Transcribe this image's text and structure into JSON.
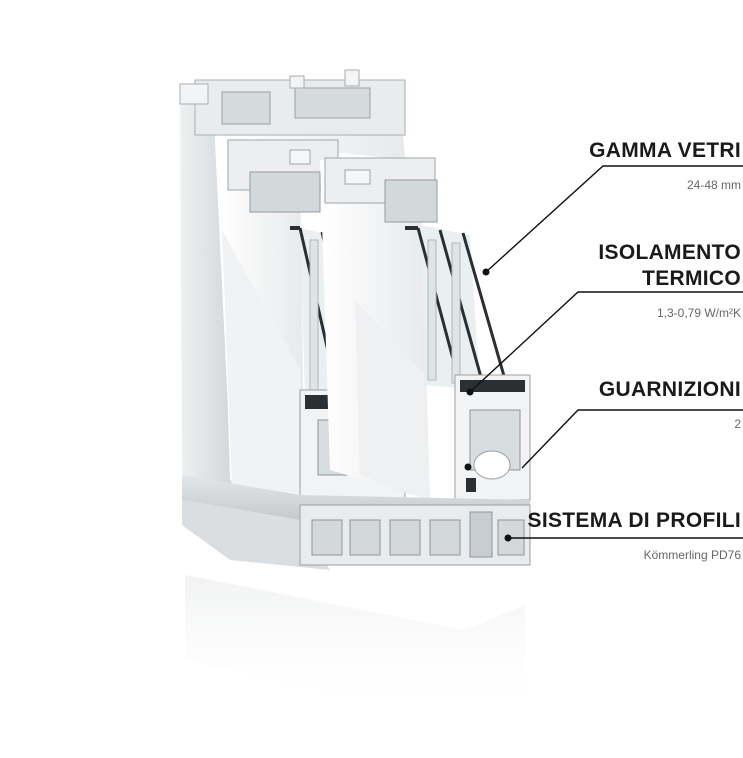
{
  "features": [
    {
      "title": "GAMMA VETRI",
      "value": "24-48 mm"
    },
    {
      "title": "ISOLAMENTO\nTERMICO",
      "value": "1,3-0,79 W/m²K"
    },
    {
      "title": "GUARNIZIONI",
      "value": "2"
    },
    {
      "title": "SISTEMA DI PROFILI",
      "value": "Kömmerling PD76"
    }
  ],
  "colors": {
    "text": "#1a1a1a",
    "value_text": "#666666",
    "profile_white": "#f4f5f6",
    "profile_shade": "#d9dcdf",
    "gasket": "#222222",
    "glass": "#c9d3d6",
    "steel": "#b5babd"
  }
}
